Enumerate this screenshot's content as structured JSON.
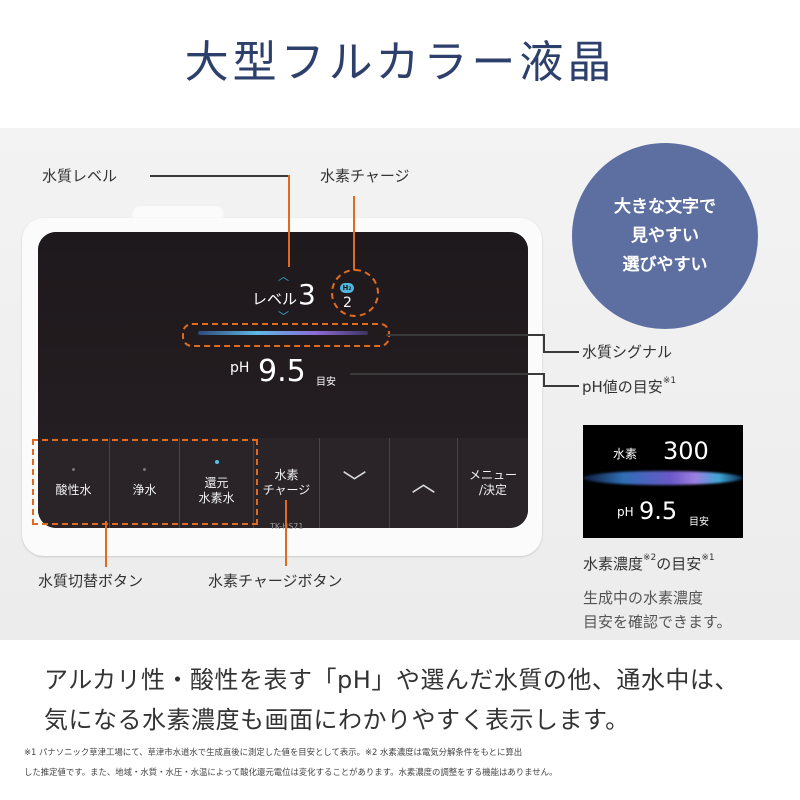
{
  "title": "大型フルカラー液晶",
  "bubble": {
    "line1": "大きな文字で",
    "line2": "見やすい",
    "line3": "選びやすい"
  },
  "screen": {
    "level_label": "レベル",
    "level_value": "3",
    "h2_badge": "H₂",
    "h2_value": "2",
    "ph_label": "pH",
    "ph_value": "9.5",
    "ph_unit": "目安",
    "model": "TK-HS71"
  },
  "buttons": [
    {
      "label1": "酸性水",
      "label2": "",
      "indicator": "dim"
    },
    {
      "label1": "浄水",
      "label2": "",
      "indicator": "dim"
    },
    {
      "label1": "還元",
      "label2": "水素水",
      "indicator": "active"
    },
    {
      "label1": "水素",
      "label2": "チャージ",
      "indicator": "none"
    },
    {
      "label1": "﹀",
      "label2": "",
      "indicator": "none",
      "icon": "chevron-down-icon"
    },
    {
      "label1": "︿",
      "label2": "",
      "indicator": "none",
      "icon": "chevron-up-icon"
    },
    {
      "label1": "メニュー",
      "label2": "/決定",
      "indicator": "none"
    }
  ],
  "callouts": {
    "water_level": "水質レベル",
    "hydrogen_charge": "水素チャージ",
    "water_signal": "水質シグナル",
    "ph_guide": "pH値の目安",
    "ph_guide_sup": "※1",
    "switch_buttons": "水質切替ボタン",
    "charge_button": "水素チャージボタン"
  },
  "inset": {
    "h_label": "水素",
    "h_value": "300",
    "ph_label": "pH",
    "ph_value": "9.5",
    "ph_unit": "目安",
    "caption": "水素濃度",
    "caption_sup1": "※2",
    "caption_tail": "の目安",
    "caption_sup2": "※1",
    "desc1": "生成中の水素濃度",
    "desc2": "目安を確認できます。"
  },
  "body": {
    "line1": "アルカリ性・酸性を表す「pH」や選んだ水質の他、通水中は、",
    "line2": "気になる水素濃度も画面にわかりやすく表示します。"
  },
  "footnote": {
    "line1": "※1 パナソニック草津工場にて、草津市水道水で生成直後に測定した値を目安として表示。※2 水素濃度は電気分解条件をもとに算出",
    "line2": "した推定値です。また、地域・水質・水圧・水温によって酸化還元電位は変化することがあります。水素濃度の調整をする機能はありません。"
  },
  "colors": {
    "accent": "#e06a1f",
    "title": "#2d3f6b",
    "bubble": "#5d6fa1",
    "indicator": "#4fc3e8"
  }
}
